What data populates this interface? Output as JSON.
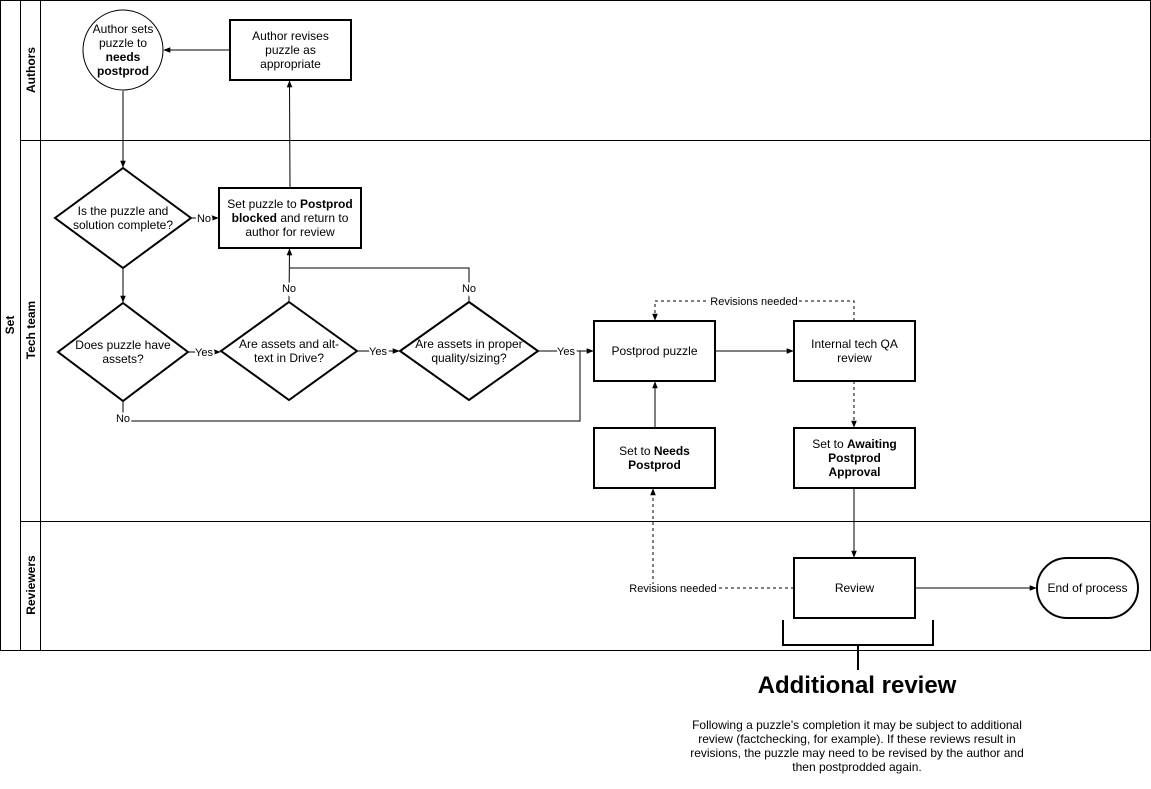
{
  "pool": {
    "label": "Set"
  },
  "lanes": {
    "authors": "Authors",
    "tech": "Tech team",
    "reviewers": "Reviewers"
  },
  "nodes": {
    "author_sets": {
      "pre": "Author sets puzzle to ",
      "bold": "needs postprod",
      "post": ""
    },
    "author_revises": {
      "pre": "Author revises puzzle as appropriate",
      "bold": "",
      "post": ""
    },
    "complete_q": {
      "pre": "Is the puzzle and solution complete?",
      "bold": "",
      "post": ""
    },
    "set_blocked": {
      "pre": "Set puzzle to ",
      "bold": "Postprod blocked",
      "post": " and return to author for review"
    },
    "assets_q": {
      "pre": "Does puzzle have assets?",
      "bold": "",
      "post": ""
    },
    "drive_q": {
      "pre": "Are assets and alt-text in Drive?",
      "bold": "",
      "post": ""
    },
    "quality_q": {
      "pre": "Are assets in proper quality/sizing?",
      "bold": "",
      "post": ""
    },
    "postprod": {
      "pre": "Postprod puzzle",
      "bold": "",
      "post": ""
    },
    "qa": {
      "pre": "Internal tech QA review",
      "bold": "",
      "post": ""
    },
    "needs_postprod": {
      "pre": "Set to ",
      "bold": "Needs Postprod",
      "post": ""
    },
    "awaiting": {
      "pre": "Set to ",
      "bold": "Awaiting Postprod Approval",
      "post": ""
    },
    "review": {
      "pre": "Review",
      "bold": "",
      "post": ""
    },
    "end": {
      "pre": "End of process",
      "bold": "",
      "post": ""
    }
  },
  "edges": {
    "no_complete": "No",
    "yes_assets": "Yes",
    "yes_drive": "Yes",
    "yes_quality": "Yes",
    "no_drive": "No",
    "no_quality": "No",
    "no_assets": "No",
    "revisions_top": "Revisions needed",
    "revisions_bottom": "Revisions needed"
  },
  "annotation": {
    "title": "Additional review",
    "text": "Following a puzzle's completion it may be subject to additional review (factchecking, for example). If these reviews result in revisions, the puzzle may need to be revised by the author and then postprodded again."
  }
}
